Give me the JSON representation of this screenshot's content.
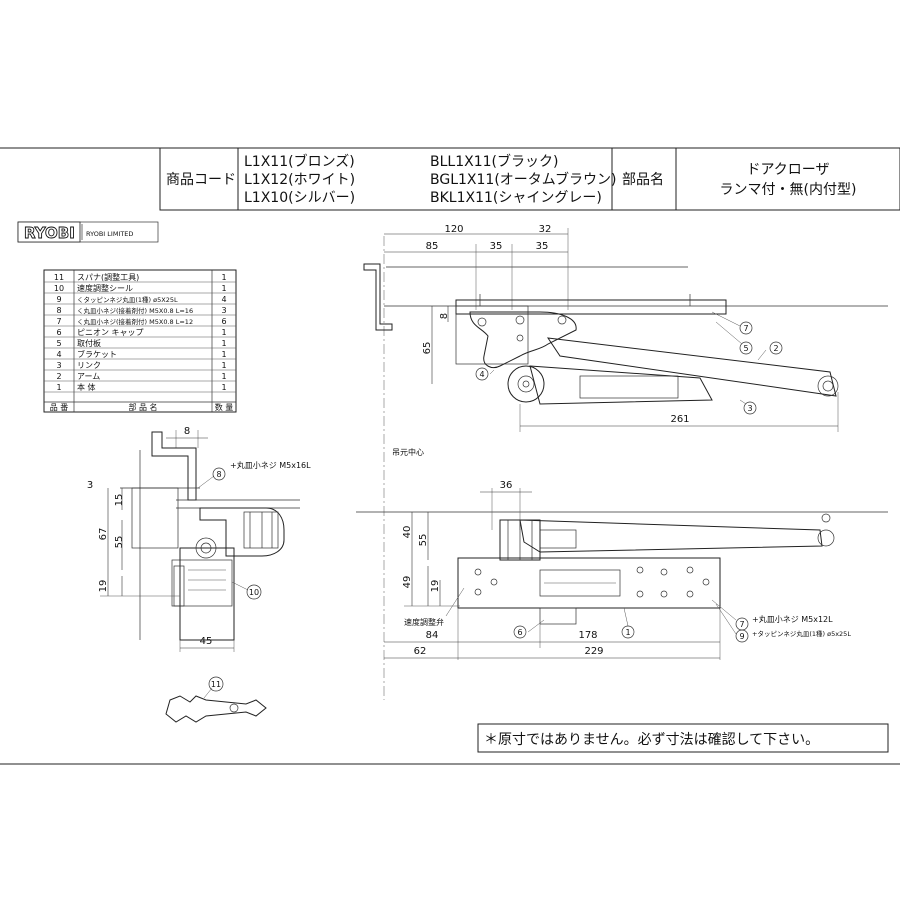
{
  "header": {
    "product_code_label": "商品コード",
    "codes_left": [
      "L1X11(ブロンズ)",
      "L1X12(ホワイト)",
      "L1X10(シルバー)"
    ],
    "codes_right": [
      "BLL1X11(ブラック)",
      "BGL1X11(オータムブラウン)",
      "BKL1X11(シャイングレー)"
    ],
    "part_name_label": "部品名",
    "part_name_lines": [
      "ドアクローザ",
      "ランマ付・無(内付型)"
    ]
  },
  "logo": {
    "brand": "RYOBI",
    "company": "RYOBI LIMITED"
  },
  "parts_table": {
    "rows": [
      {
        "no": "11",
        "name": "スパナ(調整工具)",
        "qty": "1"
      },
      {
        "no": "10",
        "name": "速度調整シール",
        "qty": "1"
      },
      {
        "no": "9",
        "name": "くタッピンネジ丸皿(1種) ø5X25L",
        "qty": "4"
      },
      {
        "no": "8",
        "name": "く丸皿小ネジ(接着剤付) M5X0.8 L=16",
        "qty": "3"
      },
      {
        "no": "7",
        "name": "く丸皿小ネジ(接着剤付) M5X0.8 L=12",
        "qty": "6"
      },
      {
        "no": "6",
        "name": "ピニオン キャップ",
        "qty": "1"
      },
      {
        "no": "5",
        "name": "取付板",
        "qty": "1"
      },
      {
        "no": "4",
        "name": "ブラケット",
        "qty": "1"
      },
      {
        "no": "3",
        "name": "リンク",
        "qty": "1"
      },
      {
        "no": "2",
        "name": "アーム",
        "qty": "1"
      },
      {
        "no": "1",
        "name": "本 体",
        "qty": "1"
      }
    ],
    "footer": {
      "no": "品 番",
      "name": "部 品 名",
      "qty": "数 量"
    }
  },
  "dims_top": {
    "d120": "120",
    "d85": "85",
    "d35": "35",
    "d32": "32",
    "d35b": "35",
    "d8": "8",
    "d65": "65",
    "d261": "261"
  },
  "dims_side": {
    "d8": "8",
    "d3": "3",
    "d15": "15",
    "d67": "67",
    "d55": "55",
    "d19": "19",
    "d45": "45"
  },
  "dims_bottom": {
    "d36": "36",
    "d40": "40",
    "d55": "55",
    "d49": "49",
    "d19": "19",
    "d84": "84",
    "d178": "178",
    "d62": "62",
    "d229": "229"
  },
  "labels": {
    "center_line": "吊元中心",
    "speed_valve": "速度調整弁",
    "screw_side": "+丸皿小ネジ M5x16L",
    "screw_bottom_1": "+丸皿小ネジ M5x12L",
    "screw_bottom_2": "+タッピンネジ丸皿(1種) ø5x25L"
  },
  "callouts": {
    "c1": "1",
    "c2": "2",
    "c3": "3",
    "c4": "4",
    "c5": "5",
    "c6": "6",
    "c7": "7",
    "c8": "8",
    "c9": "9",
    "c10": "10",
    "c11": "11"
  },
  "notice": "＊原寸ではありません。必ず寸法は確認して下さい。"
}
